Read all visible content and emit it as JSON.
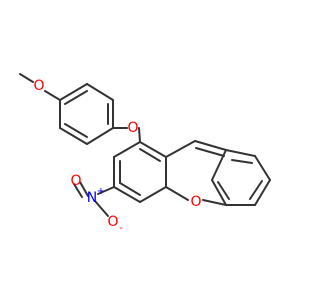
{
  "molecule": {
    "atoms": {
      "methoxy_oxygen": {
        "symbol": "O",
        "color": "#ff0000"
      },
      "ether_oxygen": {
        "symbol": "O",
        "color": "#ff0000"
      },
      "ring_oxygen": {
        "symbol": "O",
        "color": "#ff0000"
      },
      "nitro_nitrogen": {
        "symbol": "N",
        "charge": "+",
        "color": "#0000ff"
      },
      "nitro_oxygen": {
        "symbol": "O",
        "charge": "-",
        "color": "#ff0000"
      }
    },
    "bond_color": "#333333"
  }
}
